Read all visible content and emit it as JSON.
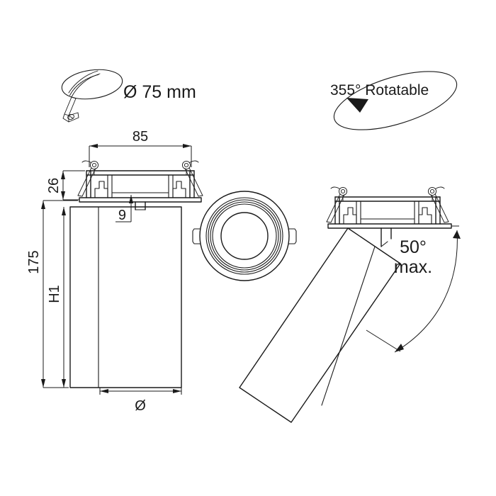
{
  "page": {
    "title": "Recessed adjustable spotlight dimension drawing",
    "background_color": "#ffffff",
    "line_color": "#1a1a1a"
  },
  "annotations": {
    "cutout": {
      "icon_name": "hole-saw-cutout-icon",
      "label": "Ø 75 mm",
      "symbol": "Ø",
      "value": "75",
      "unit": "mm"
    },
    "rotation": {
      "icon_name": "rotation-ellipse-arrow-icon",
      "label": "355° Rotatable",
      "value": "355",
      "unit": "°"
    },
    "tilt": {
      "line1": "50°",
      "line2": "max.",
      "value": "50",
      "unit": "°"
    }
  },
  "dimensions": {
    "width_overall": "85",
    "trim_height": "26",
    "ceiling_thickness": "9",
    "total_height": "175",
    "body_height": "H1",
    "body_diameter": "Ø"
  },
  "views": {
    "side_view_label": "side-section-view",
    "front_view_label": "front-view",
    "tilted_view_label": "tilted-section-view"
  }
}
